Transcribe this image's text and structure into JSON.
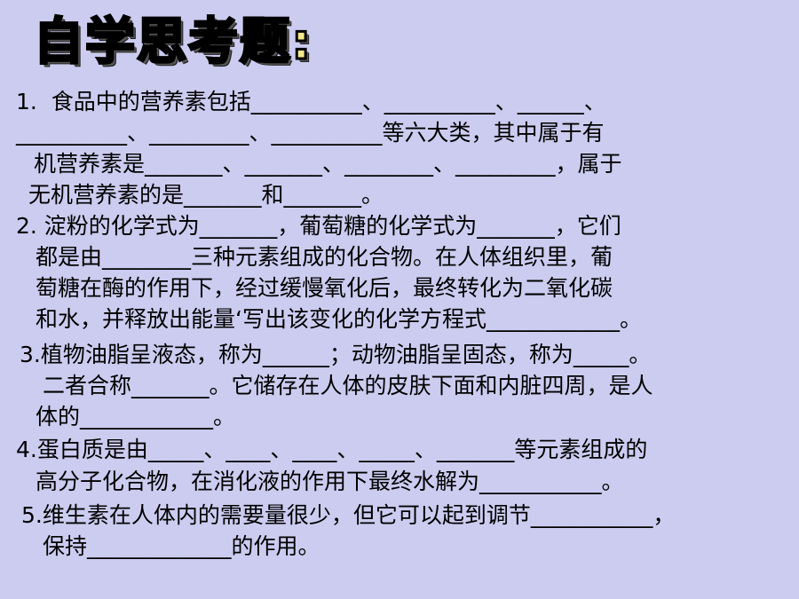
{
  "title": "自学思考题:",
  "lines": [
    "1.  食品中的营养素包括__________、__________、______、",
    "__________、_________、__________等六大类，其中属于有",
    "机营养素是_______、_______、________、_________，属于",
    "无机营养素的是_______和_______。",
    "2. 淀粉的化学式为_______，葡萄糖的化学式为_______，它们",
    "都是由________三种元素组成的化合物。在人体组织里，葡",
    "萄糖在酶的作用下，经过缓慢氧化后，最终转化为二氧化碳",
    "和水，并释放出能量‘写出该变化的化学方程式____________。",
    "3.植物油脂呈液态，称为______；动物油脂呈固态，称为_____。",
    "二者合称_______。它储存在人体的皮肤下面和内脏四周，是人",
    "体的____________。",
    "4.蛋白质是由_____、____、____、_____、_______等元素组成的",
    "高分子化合物，在消化液的作用下最终水解为___________。",
    "5.维生素在人体内的需要量很少，但它可以起到调节___________，",
    "保持_____________的作用。"
  ]
}
